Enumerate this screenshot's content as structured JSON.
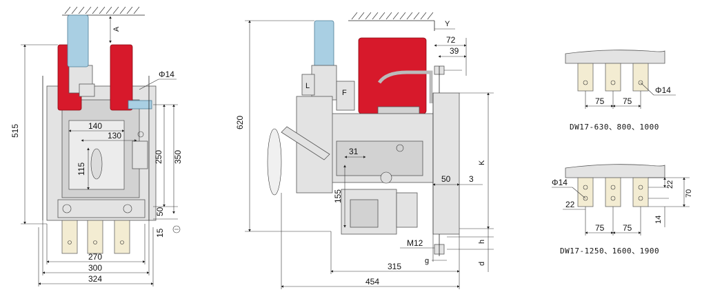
{
  "front_view": {
    "dims": {
      "height_total": "515",
      "width_a": "270",
      "width_b": "300",
      "width_c": "324",
      "inner_140": "140",
      "inner_130": "130",
      "inner_115": "115",
      "h_250": "250",
      "h_350": "350",
      "h_50": "50",
      "h_15": "15",
      "hole": "Φ14",
      "label_a": "A"
    }
  },
  "side_view": {
    "dims": {
      "height_total": "620",
      "d_72": "72",
      "d_39": "39",
      "d_31": "31",
      "d_155": "155",
      "d_50": "50",
      "d_3": "3",
      "d_315": "315",
      "d_454": "454",
      "label_y": "Y",
      "label_k": "K",
      "label_h": "h",
      "label_d": "d",
      "label_g": "g",
      "bolt": "M12",
      "label_f": "F",
      "label_l": "L"
    }
  },
  "detail_top": {
    "hole": "Φ14",
    "pitch_1": "75",
    "pitch_2": "75",
    "caption": "DW17-630、800、1000"
  },
  "detail_bottom": {
    "hole": "Φ14",
    "pitch_1": "75",
    "pitch_2": "75",
    "d_22a": "22",
    "d_22b": "22",
    "d_70": "70",
    "d_14": "14",
    "caption": "DW17-1250、1600、1900"
  }
}
